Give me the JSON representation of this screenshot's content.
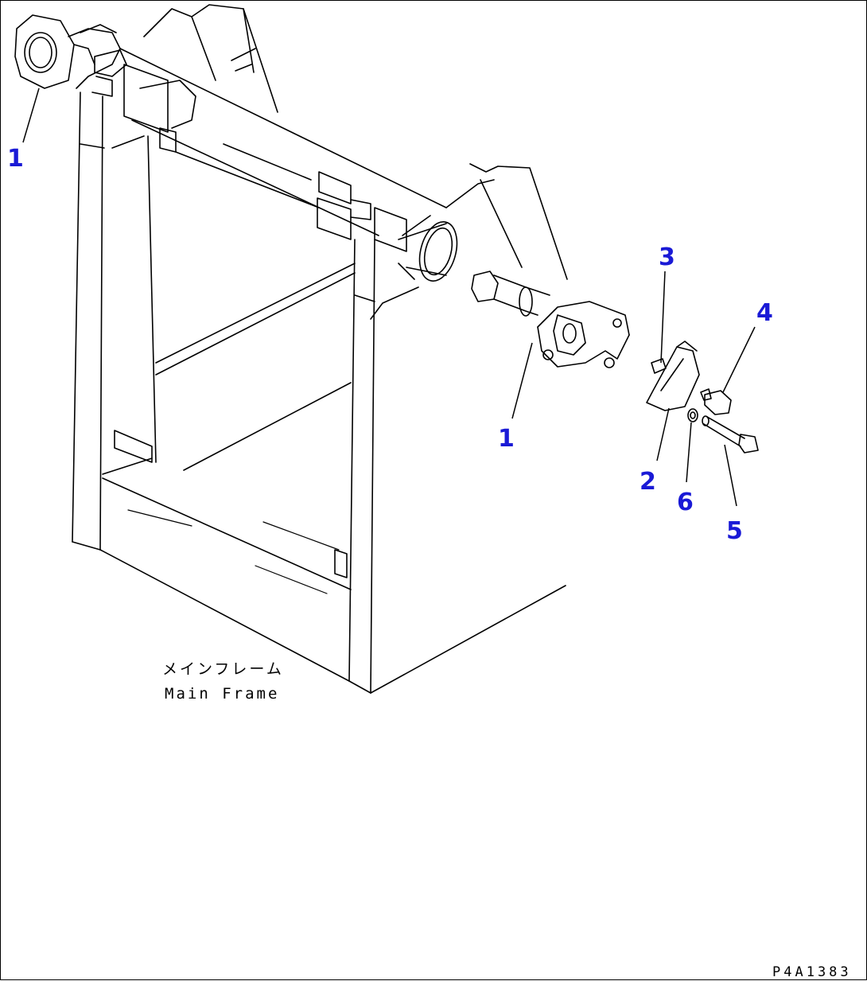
{
  "diagram": {
    "frame_label_jp": "メインフレーム",
    "frame_label_en": "Main Frame",
    "drawing_code": "P4A1383",
    "callouts": [
      {
        "id": "callout-1-left",
        "text": "1"
      },
      {
        "id": "callout-1-center",
        "text": "1"
      },
      {
        "id": "callout-2",
        "text": "2"
      },
      {
        "id": "callout-3",
        "text": "3"
      },
      {
        "id": "callout-4",
        "text": "4"
      },
      {
        "id": "callout-5",
        "text": "5"
      },
      {
        "id": "callout-6",
        "text": "6"
      }
    ],
    "callout_color": "#1a1ad6"
  }
}
